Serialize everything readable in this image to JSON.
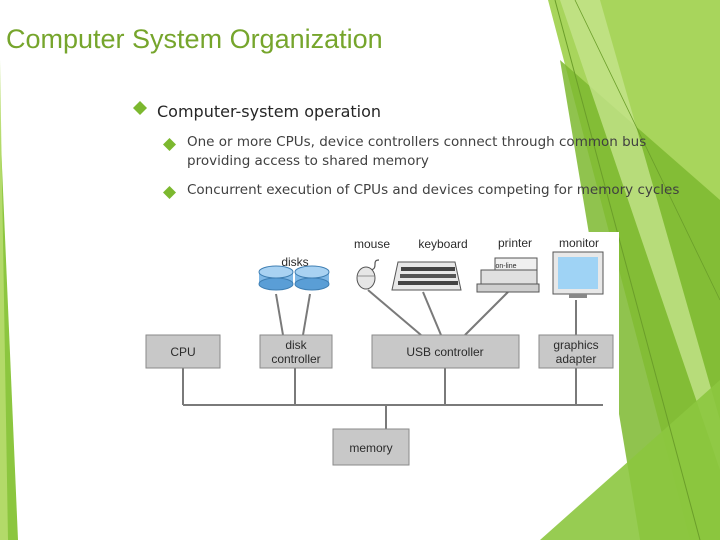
{
  "slide": {
    "title": "Computer System Organization",
    "bullet1": "Computer-system operation",
    "subbullets": [
      "One or more CPUs, device controllers connect through common bus providing access to shared memory",
      "Concurrent execution of CPUs and devices competing for memory cycles"
    ]
  },
  "diagram": {
    "devices": {
      "disks": "disks",
      "mouse": "mouse",
      "keyboard": "keyboard",
      "printer": "printer",
      "printer_tag": "on-line",
      "monitor": "monitor"
    },
    "boxes": {
      "cpu": "CPU",
      "disk_controller_line1": "disk",
      "disk_controller_line2": "controller",
      "usb_controller": "USB controller",
      "graphics_adapter_line1": "graphics",
      "graphics_adapter_line2": "adapter",
      "memory": "memory"
    }
  },
  "colors": {
    "title_green": "#76a52c",
    "accent_green": "#7cb82f",
    "box_gray": "#c8c8c8",
    "disk_blue": "#7fb8e6"
  },
  "icons": [
    "diamond-bullet-icon",
    "disk-icon",
    "mouse-icon",
    "keyboard-icon",
    "printer-icon",
    "monitor-icon"
  ]
}
